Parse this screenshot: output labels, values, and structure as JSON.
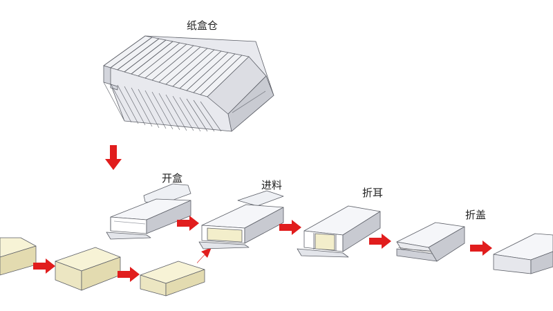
{
  "labels": {
    "warehouse": "纸盒仓",
    "open_box": "开盒",
    "feed": "进料",
    "fold_ear": "折耳",
    "fold_lid": "折盖"
  },
  "colors": {
    "arrow": "#e11d1d",
    "carton_top": "#f3f4f7",
    "carton_side": "#c5c7cf",
    "carton_edge": "#5b5e66",
    "product_top": "#f7f3d6",
    "product_side": "#e3dbb0"
  },
  "icons": {
    "flow_arrow": "red-right-arrow",
    "down_arrow": "red-down-arrow"
  }
}
